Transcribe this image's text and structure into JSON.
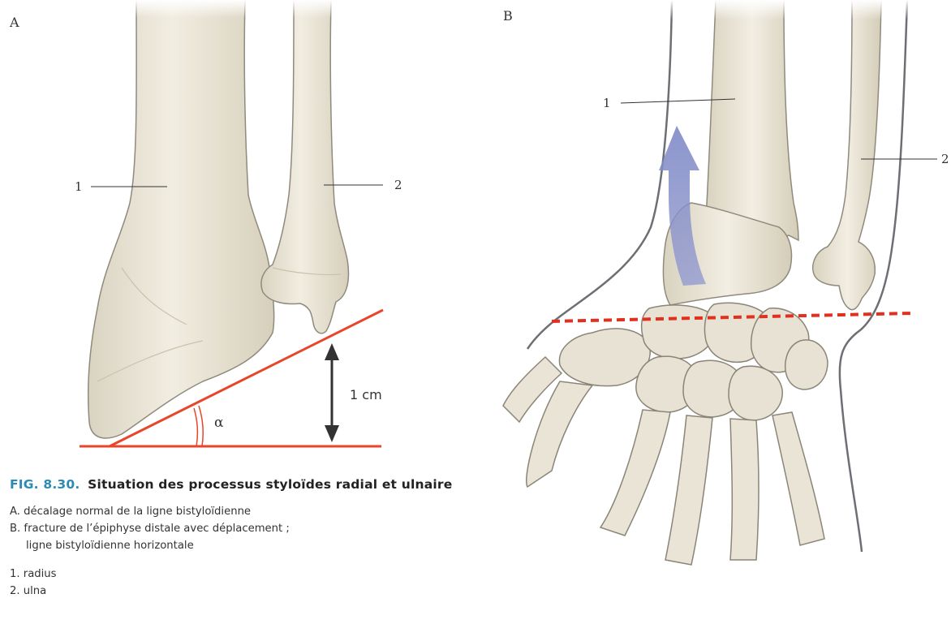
{
  "panels": {
    "a": {
      "letter": "A",
      "bone_labels": [
        "1",
        "2"
      ],
      "measurement": "1 cm",
      "angle_symbol": "α"
    },
    "b": {
      "letter": "B",
      "bone_labels": [
        "1",
        "2"
      ]
    }
  },
  "caption": {
    "figure_number": "FIG. 8.30.",
    "figure_title": "Situation des processus styloïdes radial et ulnaire",
    "items": [
      "A. décalage normal de la ligne bistyloïdienne",
      "B. fracture de l’épiphyse distale avec déplacement ;",
      "ligne bistyloïdienne horizontale"
    ],
    "legend": [
      "1. radius",
      "2. ulna"
    ]
  },
  "colors": {
    "bone_fill": "#e9e4d4",
    "bone_outline": "#8f8a7c",
    "reference_line": "#e8452a",
    "dashed_line": "#e0301f",
    "arrow": "#8f98cf",
    "skin_outline": "#6c6f74",
    "figure_number": "#2d8ab5"
  }
}
